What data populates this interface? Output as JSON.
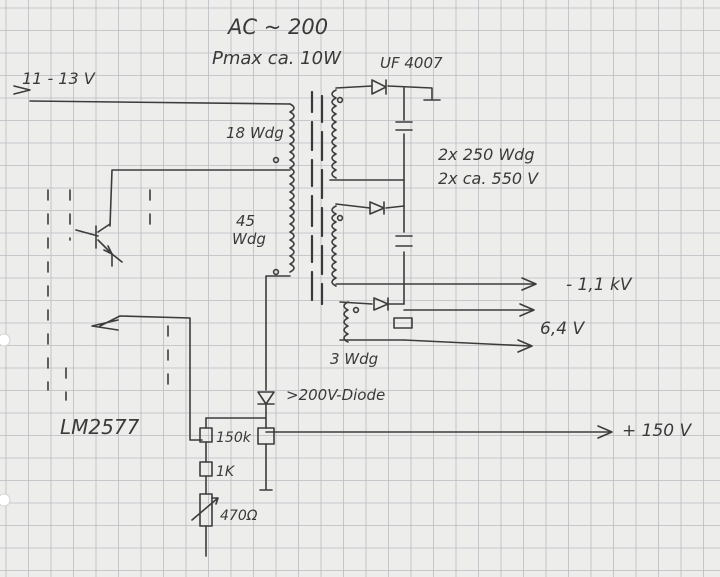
{
  "header": {
    "ac_label": "AC ~ 200",
    "pmax_label": "Pmax ca. 10W"
  },
  "labels": {
    "diode_part": "UF 4007",
    "input_voltage": "11 - 13 V",
    "primary_turns": "18 Wdg",
    "feedback_turns": "45",
    "feedback_unit": "Wdg",
    "secondary_1": "2x 250 Wdg",
    "secondary_2": "2x ca. 550 V",
    "aux_turns": "3 Wdg",
    "diode_rating": ">200V-Diode",
    "controller": "LM2577",
    "r1": "150k",
    "r2": "1K",
    "r3": "470Ω"
  },
  "outputs": {
    "hv": "- 1,1 kV",
    "lv": "6,4 V",
    "mid": "+ 150 V"
  },
  "colors": {
    "paper": "#ededeb",
    "grid": "#b9bcc2",
    "ink": "#3a3a3a"
  }
}
